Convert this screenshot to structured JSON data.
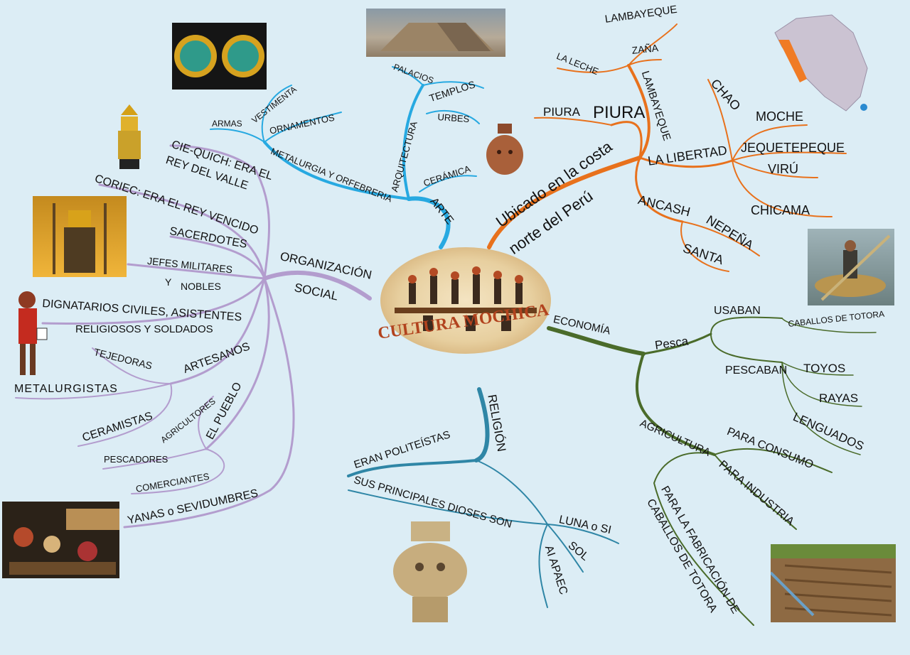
{
  "center": {
    "title": "CULTURA MOCHICA"
  },
  "branches": {
    "ubicacion": {
      "label_line1": "Ubicado en la costa",
      "label_line2": "norte del Perú",
      "piura": {
        "label": "PIURA",
        "sub": "PIURA"
      },
      "lambayeque": {
        "label": "LAMBAYEQUE",
        "items": [
          "LA LECHE",
          "LAMBAYEQUE",
          "ZAÑA"
        ]
      },
      "la_libertad": {
        "label": "LA LIBERTAD",
        "items": [
          "CHAO",
          "MOCHE",
          "JEQUETEPEQUE",
          "VIRÚ",
          "CHICAMA"
        ]
      },
      "ancash": {
        "label": "ANCASH",
        "items": [
          "NEPEÑA",
          "SANTA"
        ]
      }
    },
    "arte": {
      "label": "ARTE",
      "arquitectura": {
        "label": "ARQUITECTURA",
        "items": [
          "PALACIOS",
          "TEMPLOS",
          "URBES"
        ]
      },
      "ceramica": "CERÁMICA",
      "metalurgia": {
        "label": "METALURGIA Y ORFEBRERIA",
        "items": [
          "ARMAS",
          "VESTIMENTA",
          "ORNAMENTOS"
        ]
      }
    },
    "organizacion": {
      "label_line1": "ORGANIZACIÓN",
      "label_line2": "SOCIAL",
      "cie_quich_1": "CIE-QUICH: ERA EL",
      "cie_quich_2": "REY DEL VALLE",
      "coriec": "CORIEC: ERA EL REY VENCIDO",
      "sacerdotes": "SACERDOTES",
      "jefes_1": "JEFES MILITARES",
      "jefes_2": "Y",
      "jefes_3": "NOBLES",
      "dignatarios_1": "DIGNATARIOS CIVILES, ASISTENTES",
      "dignatarios_2": "RELIGIOSOS Y SOLDADOS",
      "artesanos": {
        "label": "ARTESANOS",
        "items": [
          "TEJEDORAS",
          "METALURGISTAS",
          "CERAMISTAS"
        ]
      },
      "pueblo": {
        "label": "EL PUEBLO",
        "items": [
          "AGRICULTORES",
          "PESCADORES",
          "COMERCIANTES"
        ]
      },
      "yanas": "YANAS o SEVIDUMBRES"
    },
    "economia": {
      "label": "ECONOMÍA",
      "pesca": {
        "label": "Pesca",
        "usaban": "USABAN",
        "caballos": "CABALLOS DE TOTORA",
        "pescaban": "PESCABAN",
        "items": [
          "TOYOS",
          "RAYAS",
          "LENGUADOS"
        ]
      },
      "agricultura": {
        "label": "AGRICULTURA",
        "items": [
          "PARA CONSUMO",
          "PARA INDUSTRIA"
        ],
        "fabricacion_1": "PARA LA FABRICACIÓN DE",
        "fabricacion_2": "CABALLOS DE TOTORA"
      }
    },
    "religion": {
      "label": "RELIGIÓN",
      "politeistas": "ERAN POLITEÍSTAS",
      "dioses": "SUS PRINCIPALES DIOSES SON",
      "items": [
        "LUNA o SI",
        "SOL",
        "AI APAEC"
      ]
    }
  },
  "colors": {
    "background": "#dcedf5",
    "ubicacion": "#e8711c",
    "arte": "#27a9e1",
    "organizacion": "#b39dce",
    "economia": "#4a6b2a",
    "religion": "#2f86a6",
    "title": "#b2431e"
  }
}
